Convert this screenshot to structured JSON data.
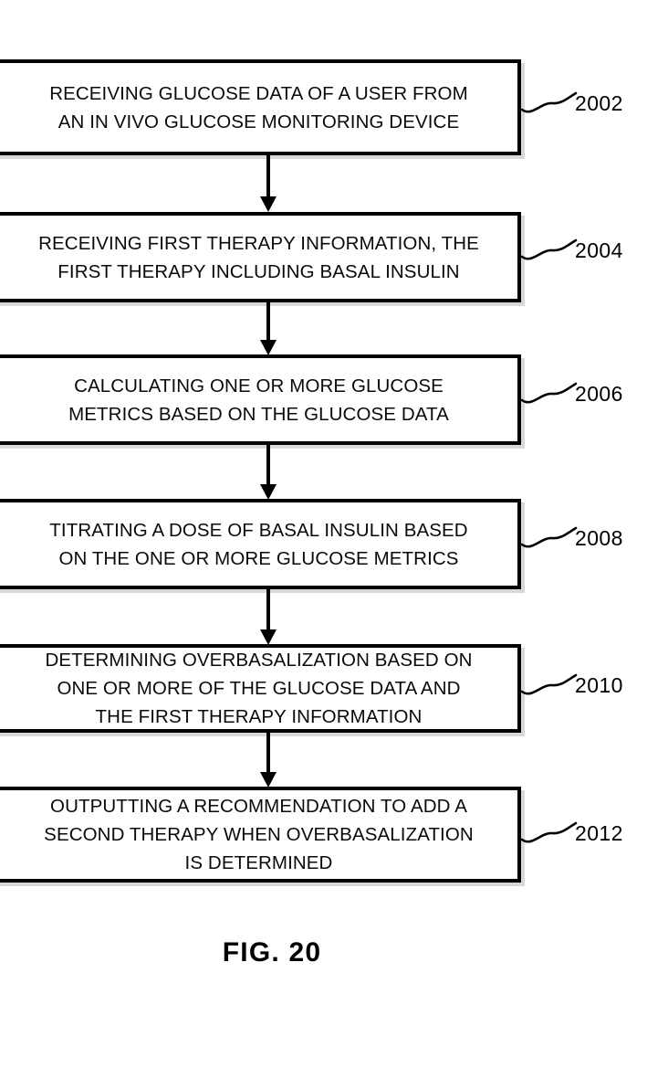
{
  "figure": {
    "caption": "FIG. 20",
    "type": "patent-flowchart",
    "orientation": "vertical-top-down"
  },
  "flow": {
    "steps": [
      {
        "ref": "2002",
        "text": "RECEIVING GLUCOSE DATA OF A USER FROM\nAN IN VIVO GLUCOSE MONITORING DEVICE",
        "lines": [
          "RECEIVING GLUCOSE DATA OF A USER FROM",
          "AN IN VIVO GLUCOSE MONITORING DEVICE"
        ]
      },
      {
        "ref": "2004",
        "text": "RECEIVING FIRST THERAPY INFORMATION, THE\nFIRST THERAPY INCLUDING BASAL INSULIN",
        "lines": [
          "RECEIVING FIRST THERAPY INFORMATION, THE",
          "FIRST THERAPY INCLUDING BASAL INSULIN"
        ]
      },
      {
        "ref": "2006",
        "text": "CALCULATING ONE OR MORE GLUCOSE\nMETRICS BASED ON THE GLUCOSE DATA",
        "lines": [
          "CALCULATING ONE OR MORE GLUCOSE",
          "METRICS BASED ON THE GLUCOSE DATA"
        ]
      },
      {
        "ref": "2008",
        "text": "TITRATING A DOSE OF BASAL INSULIN BASED\nON THE ONE OR MORE GLUCOSE METRICS",
        "lines": [
          "TITRATING A DOSE OF BASAL INSULIN BASED",
          "ON THE ONE OR MORE GLUCOSE METRICS"
        ]
      },
      {
        "ref": "2010",
        "text": "DETERMINING OVERBASALIZATION BASED ON\nONE OR MORE OF THE GLUCOSE DATA AND\nTHE FIRST THERAPY INFORMATION",
        "lines": [
          "DETERMINING OVERBASALIZATION BASED ON",
          "ONE OR MORE OF THE GLUCOSE DATA AND",
          "THE FIRST THERAPY INFORMATION"
        ]
      },
      {
        "ref": "2012",
        "text": "OUTPUTTING A RECOMMENDATION TO ADD A\nSECOND THERAPY WHEN OVERBASALIZATION\nIS DETERMINED",
        "lines": [
          "OUTPUTTING A RECOMMENDATION TO ADD A",
          "SECOND THERAPY WHEN OVERBASALIZATION",
          "IS DETERMINED"
        ]
      }
    ]
  },
  "colors": {
    "background": "#ffffff",
    "stroke": "#000000",
    "box_fill": "#ffffff",
    "shadow": "#d8d8d8"
  }
}
